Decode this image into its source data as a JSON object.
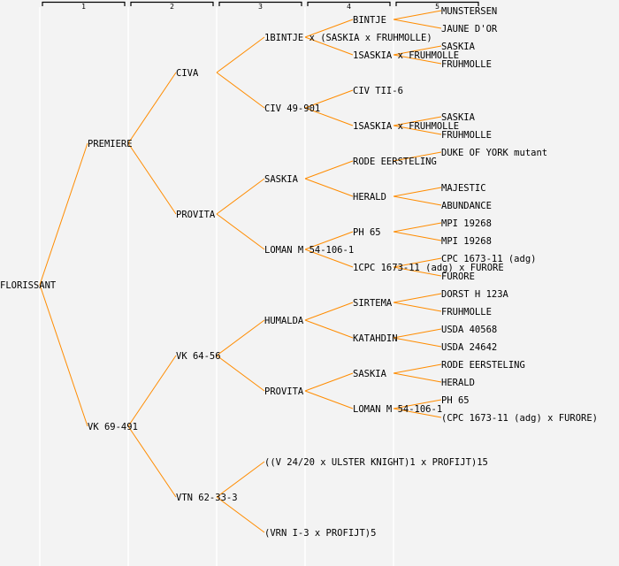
{
  "colors": {
    "line": "#ff8c00",
    "grid": "#ffffff",
    "background": "#f3f3f3"
  },
  "header": {
    "generations": [
      "1",
      "2",
      "3",
      "4",
      "5"
    ]
  },
  "tree": {
    "name": "FLORISSANT",
    "children": [
      {
        "name": "PREMIERE",
        "children": [
          {
            "name": "CIVA",
            "children": [
              {
                "name": "1BINTJE x (SASKIA x FRUHMOLLE)",
                "children": [
                  {
                    "name": "BINTJE",
                    "children": [
                      {
                        "name": "MUNSTERSEN"
                      },
                      {
                        "name": "JAUNE D'OR"
                      }
                    ]
                  },
                  {
                    "name": "1SASKIA x FRUHMOLLE",
                    "children": [
                      {
                        "name": "SASKIA"
                      },
                      {
                        "name": "FRUHMOLLE"
                      }
                    ]
                  }
                ]
              },
              {
                "name": "CIV 49-901",
                "children": [
                  {
                    "name": "CIV TII-6",
                    "children": [
                      null,
                      null
                    ]
                  },
                  {
                    "name": "1SASKIA x FRUHMOLLE",
                    "children": [
                      {
                        "name": "SASKIA"
                      },
                      {
                        "name": "FRUHMOLLE"
                      }
                    ]
                  }
                ]
              }
            ]
          },
          {
            "name": "PROVITA",
            "children": [
              {
                "name": "SASKIA",
                "children": [
                  {
                    "name": "RODE EERSTELING",
                    "children": [
                      {
                        "name": "DUKE OF YORK mutant"
                      },
                      null
                    ]
                  },
                  {
                    "name": "HERALD",
                    "children": [
                      {
                        "name": "MAJESTIC"
                      },
                      {
                        "name": "ABUNDANCE"
                      }
                    ]
                  }
                ]
              },
              {
                "name": "LOMAN M 54-106-1",
                "children": [
                  {
                    "name": "PH 65",
                    "children": [
                      {
                        "name": "MPI 19268"
                      },
                      {
                        "name": "MPI 19268"
                      }
                    ]
                  },
                  {
                    "name": "1CPC 1673-11 (adg) x FURORE",
                    "children": [
                      {
                        "name": "CPC 1673-11 (adg)"
                      },
                      {
                        "name": "FURORE"
                      }
                    ]
                  }
                ]
              }
            ]
          }
        ]
      },
      {
        "name": "VK 69-491",
        "children": [
          {
            "name": "VK 64-56",
            "children": [
              {
                "name": "HUMALDA",
                "children": [
                  {
                    "name": "SIRTEMA",
                    "children": [
                      {
                        "name": "DORST H 123A"
                      },
                      {
                        "name": "FRUHMOLLE"
                      }
                    ]
                  },
                  {
                    "name": "KATAHDIN",
                    "children": [
                      {
                        "name": "USDA 40568"
                      },
                      {
                        "name": "USDA 24642"
                      }
                    ]
                  }
                ]
              },
              {
                "name": "PROVITA",
                "children": [
                  {
                    "name": "SASKIA",
                    "children": [
                      {
                        "name": "RODE EERSTELING"
                      },
                      {
                        "name": "HERALD"
                      }
                    ]
                  },
                  {
                    "name": "LOMAN M 54-106-1",
                    "children": [
                      {
                        "name": "PH 65"
                      },
                      {
                        "name": "(CPC 1673-11 (adg) x FURORE)"
                      }
                    ]
                  }
                ]
              }
            ]
          },
          {
            "name": "VTN 62-33-3",
            "children": [
              {
                "name": "((V 24/20 x ULSTER KNIGHT)1 x PROFIJT)15",
                "children": [
                  null,
                  null
                ]
              },
              {
                "name": "(VRN I-3 x PROFIJT)5",
                "children": [
                  null,
                  null
                ]
              }
            ]
          }
        ]
      }
    ]
  }
}
